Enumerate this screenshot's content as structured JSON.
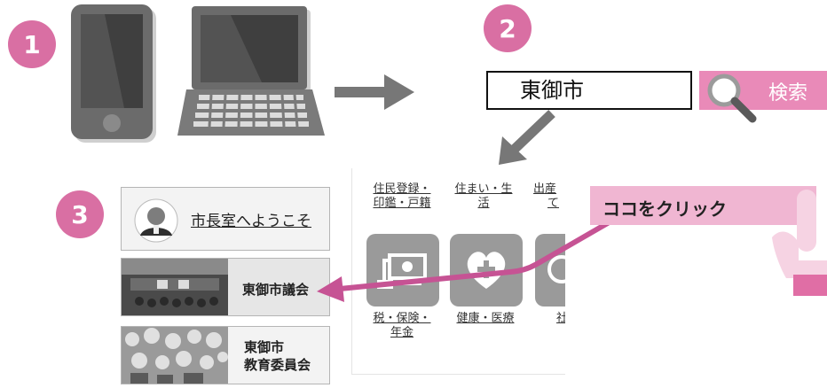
{
  "steps": {
    "one": "1",
    "two": "2",
    "three": "3"
  },
  "search": {
    "query": "東御市",
    "button_label": "検索"
  },
  "panel": {
    "links": [
      {
        "line1": "住民登録・",
        "line2": "印鑑・戸籍"
      },
      {
        "line1": "住まい・生",
        "line2": "活"
      },
      {
        "line1": "出産",
        "line2": "て"
      },
      {
        "line1": "税・保険・",
        "line2": "年金"
      },
      {
        "line1": "健康・医療",
        "line2": ""
      },
      {
        "line1": "社",
        "line2": ""
      }
    ]
  },
  "cards": {
    "mayor": "市長室へようこそ",
    "council": "東御市議会",
    "board_line1": "東御市",
    "board_line2": "教育委員会"
  },
  "callout": {
    "text": "ココをクリック"
  },
  "colors": {
    "accent": "#d96fa3",
    "accent_light": "#f0b6d2",
    "search_pink": "#e98ab8",
    "device_gray": "#6b6b6b"
  },
  "icons": [
    "smartphone-icon",
    "laptop-icon",
    "arrow-right-icon",
    "magnifier-icon",
    "pointing-hand-icon",
    "arrow-down-left-icon",
    "arrow-left-icon"
  ]
}
